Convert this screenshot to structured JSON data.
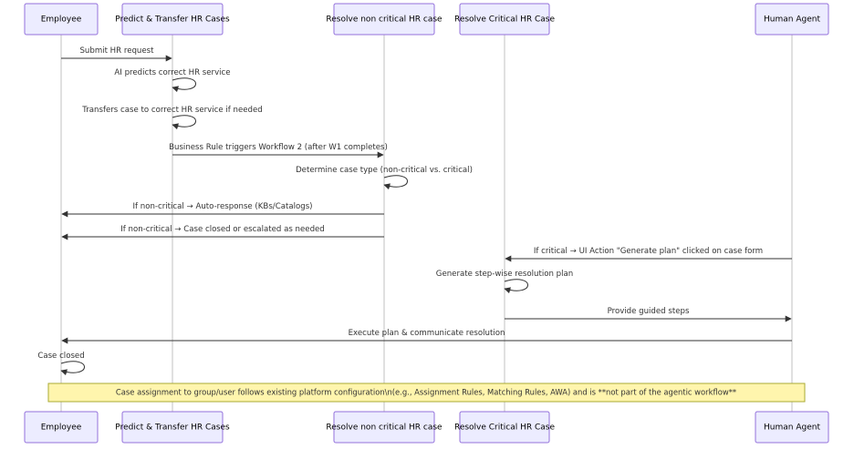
{
  "participants": [
    {
      "id": "emp",
      "label": "Employee"
    },
    {
      "id": "pt",
      "label": "Predict & Transfer HR Cases"
    },
    {
      "id": "rn",
      "label": "Resolve non critical HR case"
    },
    {
      "id": "rc",
      "label": "Resolve Critical HR Case"
    },
    {
      "id": "ha",
      "label": "Human Agent"
    }
  ],
  "messages": [
    {
      "from": "emp",
      "to": "pt",
      "text": "Submit HR request"
    },
    {
      "from": "pt",
      "to": "pt",
      "text": "AI predicts correct HR service"
    },
    {
      "from": "pt",
      "to": "pt",
      "text": "Transfers case to correct HR service if needed"
    },
    {
      "from": "pt",
      "to": "rn",
      "text": "Business Rule triggers Workflow 2 (after W1 completes)"
    },
    {
      "from": "rn",
      "to": "rn",
      "text": "Determine case type (non-critical vs. critical)"
    },
    {
      "from": "rn",
      "to": "emp",
      "text": "If non-critical → Auto-response (KBs/Catalogs)"
    },
    {
      "from": "rn",
      "to": "emp",
      "text": "If non-critical → Case closed or escalated as needed"
    },
    {
      "from": "ha",
      "to": "rc",
      "text": "If critical → UI Action \"Generate plan\" clicked on case form"
    },
    {
      "from": "rc",
      "to": "rc",
      "text": "Generate step-wise resolution plan"
    },
    {
      "from": "rc",
      "to": "ha",
      "text": "Provide guided steps"
    },
    {
      "from": "ha",
      "to": "emp",
      "text": "Execute plan & communicate resolution"
    },
    {
      "from": "emp",
      "to": "emp",
      "text": "Case closed"
    }
  ],
  "note": {
    "text": "Case assignment to group/user follows existing platform configuration\\n(e.g., Assignment Rules, Matching Rules, AWA) and is **not part of the agentic workflow**"
  },
  "colors": {
    "actor_fill": "#ECECFF",
    "actor_stroke": "#9370DB",
    "note_fill": "#fff5ad",
    "note_stroke": "#aaaa33",
    "line": "#333333"
  }
}
